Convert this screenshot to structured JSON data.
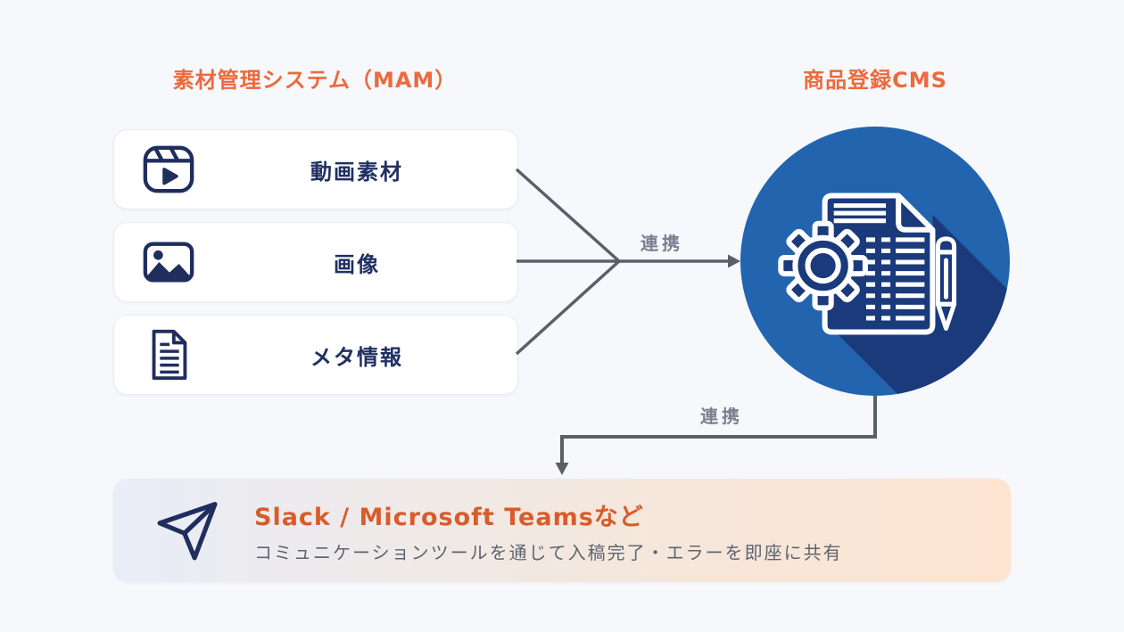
{
  "left_section": {
    "title": "素材管理システム（MAM）",
    "items": [
      {
        "label": "動画素材",
        "icon": "video-reel-icon"
      },
      {
        "label": "画像",
        "icon": "image-icon"
      },
      {
        "label": "メタ情報",
        "icon": "document-lines-icon"
      }
    ]
  },
  "right_section": {
    "title": "商品登録CMS",
    "icon": "cms-gear-document-pencil-icon"
  },
  "connectors": {
    "mam_to_cms_label": "連携",
    "cms_to_tools_label": "連携"
  },
  "bottom_section": {
    "icon": "paper-plane-icon",
    "title": "Slack / Microsoft Teamsなど",
    "description": "コミュニケーションツールを通じて入稿完了・エラーを即座に共有"
  },
  "colors": {
    "background": "#f6f8fc",
    "section_title_orange": "#ec6a3d",
    "bottom_title_orange": "#d85c2b",
    "navy": "#202e5e",
    "cms_circle_blue": "#2264ae",
    "cms_circle_shadow": "#1a3a7c",
    "arrow_gray": "#5a5f68",
    "link_label_gray": "#7a8090",
    "bottom_gradient_left": "#e9edf8",
    "bottom_gradient_right": "#fce4d0"
  }
}
